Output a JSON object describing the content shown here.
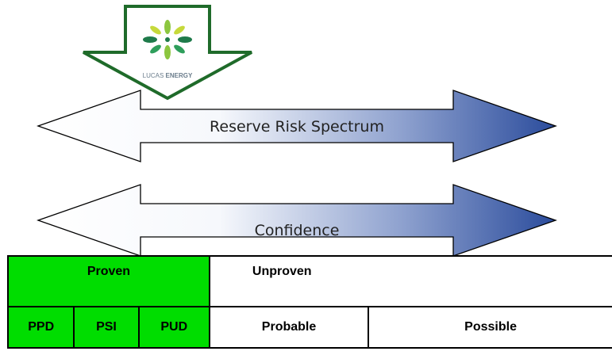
{
  "logo": {
    "name_light": "LUCAS ",
    "name_bold": "ENERGY"
  },
  "arrows": [
    {
      "label": "Reserve Risk Spectrum"
    },
    {
      "label": "Confidence"
    }
  ],
  "table": {
    "row1": {
      "proven": "Proven",
      "unproven": "Unproven"
    },
    "row2": [
      "PPD",
      "PSI",
      "PUD",
      "Probable",
      "Possible"
    ]
  },
  "colors": {
    "green": "#00dd00",
    "arrow_dark": "#2b4c9c",
    "logo_border": "#1f6b2a"
  }
}
